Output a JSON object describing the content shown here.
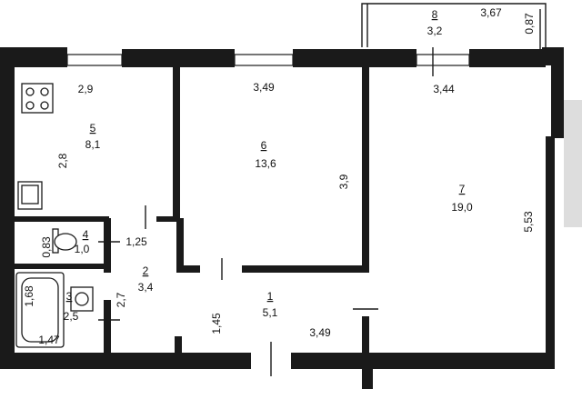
{
  "rooms": [
    {
      "number": "1",
      "area": "5,1"
    },
    {
      "number": "2",
      "area": "3,4"
    },
    {
      "number": "3",
      "area": "2,5"
    },
    {
      "number": "4",
      "area": "1,0"
    },
    {
      "number": "5",
      "area": "8,1"
    },
    {
      "number": "6",
      "area": "13,6"
    },
    {
      "number": "7",
      "area": "19,0"
    },
    {
      "number": "8",
      "area": "3,2"
    }
  ],
  "dimensions": {
    "kitchen_width": "2,9",
    "kitchen_depth": "2,8",
    "room6_width": "3,49",
    "room6_depth": "3,9",
    "room7_width": "3,44",
    "room7_depth": "5,53",
    "balcony_width": "3,67",
    "balcony_depth": "0,87",
    "toilet_depth": "0,83",
    "corridor_width": "1,25",
    "bath_depth": "1,68",
    "bath_width": "1,47",
    "hall_depth": "2,7",
    "entry_depth": "1,45",
    "entry_width": "3,49"
  },
  "colors": {
    "wall": "#1a1a1a",
    "background": "#ffffff"
  }
}
